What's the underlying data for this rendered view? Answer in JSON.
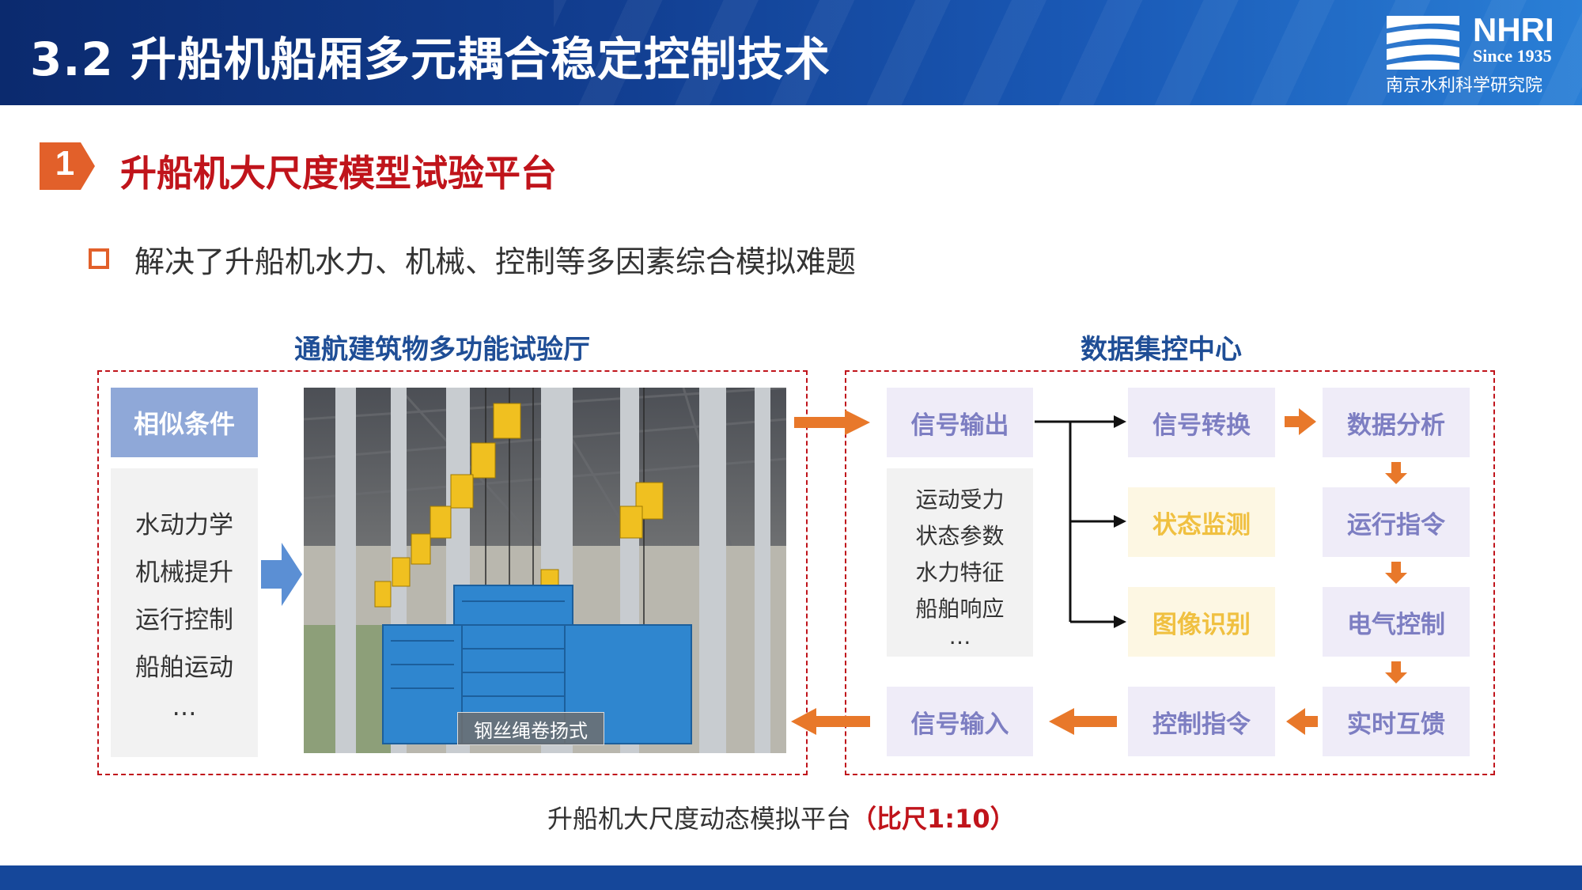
{
  "header": {
    "title": "3.2  升船机船厢多元耦合稳定控制技术",
    "logo": {
      "abbr": "NHRI",
      "since": "Since 1935",
      "name_cn": "南京水利科学研究院"
    }
  },
  "section": {
    "number": "1",
    "title": "升船机大尺度模型试验平台"
  },
  "bullet": {
    "text": "解决了升船机水力、机械、控制等多因素综合模拟难题"
  },
  "left_panel": {
    "title": "通航建筑物多功能试验厅",
    "conditions_header": "相似条件",
    "conditions": [
      "水动力学",
      "机械提升",
      "运行控制",
      "船舶运动",
      "…"
    ],
    "photo_caption": "钢丝绳卷扬式"
  },
  "right_panel": {
    "title": "数据集控中心",
    "signal_output": "信号输出",
    "output_items": [
      "运动受力",
      "状态参数",
      "水力特征",
      "船舶响应",
      "…"
    ],
    "signal_conversion": "信号转换",
    "data_analysis": "数据分析",
    "state_monitoring": "状态监测",
    "run_command": "运行指令",
    "image_recognition": "图像识别",
    "electric_control": "电气控制",
    "signal_input": "信号输入",
    "control_command": "控制指令",
    "realtime_feedback": "实时互馈"
  },
  "footer": {
    "caption": "升船机大尺度动态模拟平台",
    "scale": "（比尺1:10）"
  },
  "colors": {
    "header_blue": "#123f92",
    "title_red": "#c0141b",
    "accent_orange": "#e2602a",
    "arrow_orange": "#e8782a",
    "node_purple_bg": "#efecf8",
    "node_purple_text": "#7d7ec2",
    "node_yellow_bg": "#fdf7e3",
    "node_yellow_text": "#f0c040",
    "condition_head_bg": "#8fa8d8",
    "bottom_bar": "#15479a"
  }
}
